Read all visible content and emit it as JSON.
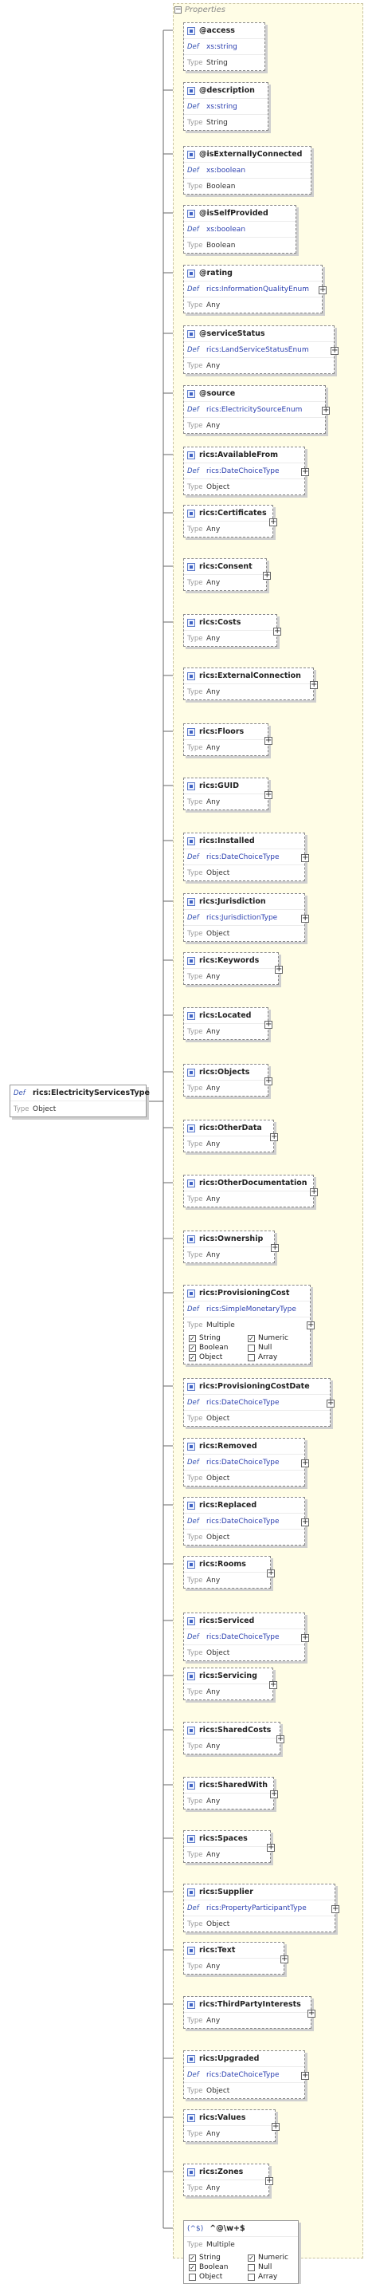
{
  "root": {
    "def_label": "Def",
    "name": "rics:ElectricityServicesType",
    "type_label": "Type",
    "type": "Object"
  },
  "properties_title": "Properties",
  "labels": {
    "def": "Def",
    "type": "Type"
  },
  "properties": [
    {
      "name": "@access",
      "def": "xs:string",
      "type": "String"
    },
    {
      "name": "@description",
      "def": "xs:string",
      "type": "String"
    },
    {
      "name": "@isExternallyConnected",
      "def": "xs:boolean",
      "type": "Boolean"
    },
    {
      "name": "@isSelfProvided",
      "def": "xs:boolean",
      "type": "Boolean"
    },
    {
      "name": "@rating",
      "def": "rics:InformationQualityEnum",
      "type": "Any",
      "expand": true
    },
    {
      "name": "@serviceStatus",
      "def": "rics:LandServiceStatusEnum",
      "type": "Any",
      "expand": true
    },
    {
      "name": "@source",
      "def": "rics:ElectricitySourceEnum",
      "type": "Any",
      "expand": true
    },
    {
      "name": "rics:AvailableFrom",
      "def": "rics:DateChoiceType",
      "type": "Object",
      "expand": true
    },
    {
      "name": "rics:Certificates",
      "type": "Any",
      "expand": true
    },
    {
      "name": "rics:Consent",
      "type": "Any",
      "expand": true
    },
    {
      "name": "rics:Costs",
      "type": "Any",
      "expand": true
    },
    {
      "name": "rics:ExternalConnection",
      "type": "Any",
      "expand": true
    },
    {
      "name": "rics:Floors",
      "type": "Any",
      "expand": true
    },
    {
      "name": "rics:GUID",
      "type": "Any",
      "expand": true
    },
    {
      "name": "rics:Installed",
      "def": "rics:DateChoiceType",
      "type": "Object",
      "expand": true
    },
    {
      "name": "rics:Jurisdiction",
      "def": "rics:JurisdictionType",
      "type": "Object",
      "expand": true
    },
    {
      "name": "rics:Keywords",
      "type": "Any",
      "expand": true
    },
    {
      "name": "rics:Located",
      "type": "Any",
      "expand": true
    },
    {
      "name": "rics:Objects",
      "type": "Any",
      "expand": true
    },
    {
      "name": "rics:OtherData",
      "type": "Any",
      "expand": true
    },
    {
      "name": "rics:OtherDocumentation",
      "type": "Any",
      "expand": true
    },
    {
      "name": "rics:Ownership",
      "type": "Any",
      "expand": true
    },
    {
      "name": "rics:ProvisioningCost",
      "def": "rics:SimpleMonetaryType",
      "type": "Multiple",
      "expand": true,
      "checks": [
        {
          "label": "String",
          "checked": true
        },
        {
          "label": "Numeric",
          "checked": true
        },
        {
          "label": "Boolean",
          "checked": true
        },
        {
          "label": "Null",
          "checked": false
        },
        {
          "label": "Object",
          "checked": true
        },
        {
          "label": "Array",
          "checked": false
        }
      ]
    },
    {
      "name": "rics:ProvisioningCostDate",
      "def": "rics:DateChoiceType",
      "type": "Object",
      "expand": true
    },
    {
      "name": "rics:Removed",
      "def": "rics:DateChoiceType",
      "type": "Object",
      "expand": true
    },
    {
      "name": "rics:Replaced",
      "def": "rics:DateChoiceType",
      "type": "Object",
      "expand": true
    },
    {
      "name": "rics:Rooms",
      "type": "Any",
      "expand": true
    },
    {
      "name": "rics:Serviced",
      "def": "rics:DateChoiceType",
      "type": "Object",
      "expand": true
    },
    {
      "name": "rics:Servicing",
      "type": "Any",
      "expand": true
    },
    {
      "name": "rics:SharedCosts",
      "type": "Any",
      "expand": true
    },
    {
      "name": "rics:SharedWith",
      "type": "Any",
      "expand": true
    },
    {
      "name": "rics:Spaces",
      "type": "Any",
      "expand": true
    },
    {
      "name": "rics:Supplier",
      "def": "rics:PropertyParticipantType",
      "type": "Object",
      "expand": true
    },
    {
      "name": "rics:Text",
      "type": "Any",
      "expand": true
    },
    {
      "name": "rics:ThirdPartyInterests",
      "type": "Any",
      "expand": true
    },
    {
      "name": "rics:Upgraded",
      "def": "rics:DateChoiceType",
      "type": "Object",
      "expand": true
    },
    {
      "name": "rics:Values",
      "type": "Any",
      "expand": true
    },
    {
      "name": "rics:Zones",
      "type": "Any",
      "expand": true
    },
    {
      "name": "^@\\w+$",
      "pattern": true,
      "pattern_marker": "(^$)",
      "type": "Multiple",
      "checks": [
        {
          "label": "String",
          "checked": true
        },
        {
          "label": "Numeric",
          "checked": true
        },
        {
          "label": "Boolean",
          "checked": true
        },
        {
          "label": "Null",
          "checked": false
        },
        {
          "label": "Object",
          "checked": false
        },
        {
          "label": "Array",
          "checked": false
        }
      ]
    }
  ]
}
